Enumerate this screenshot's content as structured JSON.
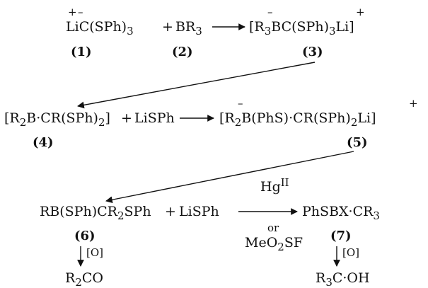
{
  "row1": {
    "r1_lhs": "LiC(SPh)",
    "r1_lhs_sub": "3",
    "r1_plus": "+",
    "r1_reagent": "BR",
    "r1_reagent_sub": "3",
    "r1_rhs_open": "[R",
    "r1_rhs_sub1": "3",
    "r1_rhs_mid": "BC(SPh)",
    "r1_rhs_sub2": "3",
    "r1_rhs_end": "Li]",
    "label1": "(1)",
    "label2": "(2)",
    "label3": "(3)"
  },
  "row2": {
    "r2_lhs_open": "[R",
    "r2_lhs_sub1": "2",
    "r2_lhs_mid": "B·CR(SPh)",
    "r2_lhs_sub2": "2",
    "r2_lhs_end": "]",
    "r2_plus": "+",
    "r2_reagent": "LiSPh",
    "r2_rhs_open": "[R",
    "r2_rhs_sub1": "2",
    "r2_rhs_mid": "B(PhS)·CR(SPh)",
    "r2_rhs_sub2": "2",
    "r2_rhs_end": "Li]",
    "label4": "(4)",
    "label5": "(5)"
  },
  "row3": {
    "r3_lhs_a": "RB(SPh)CR",
    "r3_lhs_sub": "2",
    "r3_lhs_b": "SPh",
    "r3_plus": "+",
    "r3_reagent": "LiSPh",
    "r3_cond_above": "Hg",
    "r3_cond_above_sup": "II",
    "r3_cond_or": "or",
    "r3_cond_below_a": "MeO",
    "r3_cond_below_sub": "2",
    "r3_cond_below_b": "SF",
    "r3_product": "PhSBX·CR",
    "r3_product_sub": "3",
    "label6": "(6)",
    "label7": "(7)"
  },
  "oxidation": {
    "oxidant": "[O]",
    "product6_a": "R",
    "product6_sub": "2",
    "product6_b": "CO",
    "product7_a": "R",
    "product7_sub": "3",
    "product7_b": "C·OH"
  },
  "charges": {
    "plus": "+",
    "minus": "–"
  }
}
